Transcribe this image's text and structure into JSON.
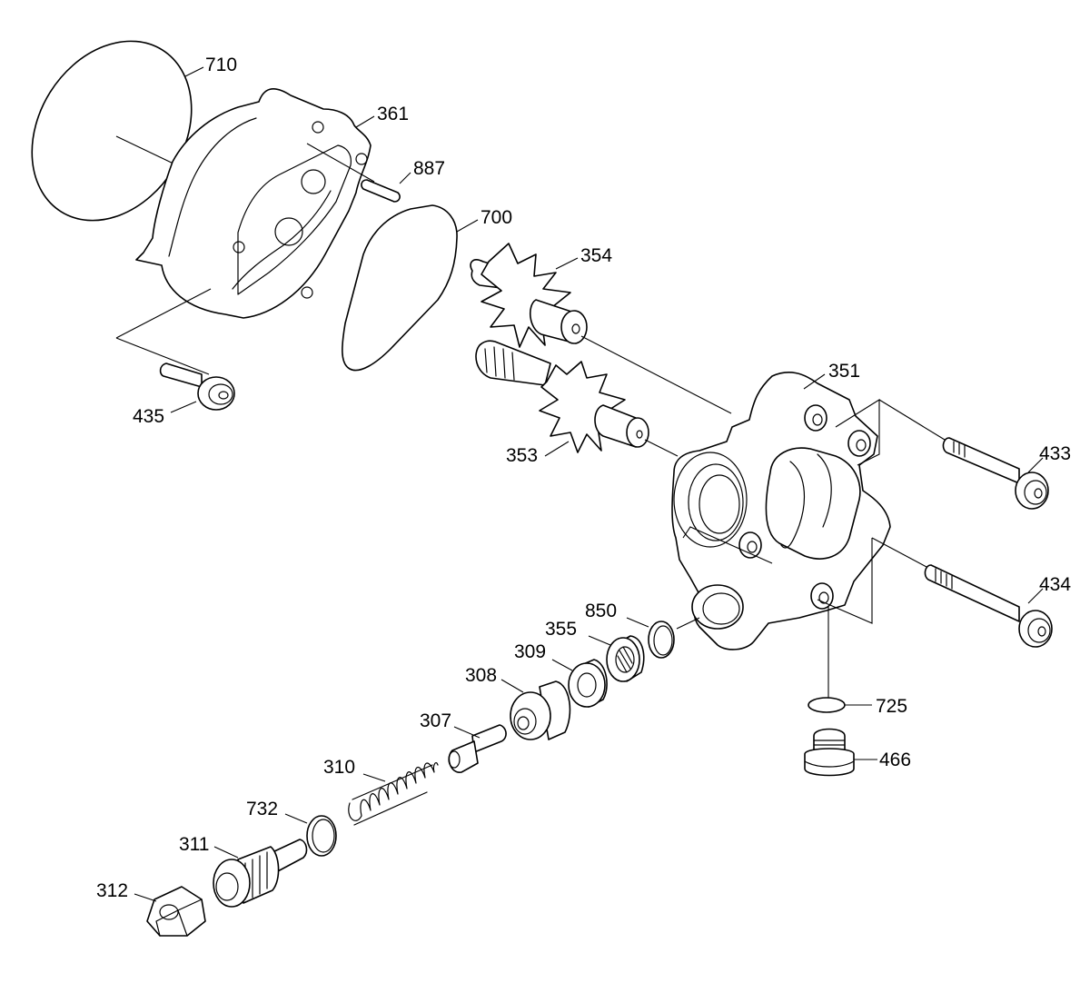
{
  "diagram": {
    "labels": {
      "p710": "710",
      "p361": "361",
      "p887": "887",
      "p700": "700",
      "p354": "354",
      "p435": "435",
      "p351": "351",
      "p353": "353",
      "p433": "433",
      "p434": "434",
      "p850": "850",
      "p355": "355",
      "p309": "309",
      "p308": "308",
      "p725": "725",
      "p307": "307",
      "p466": "466",
      "p310": "310",
      "p732": "732",
      "p311": "311",
      "p312": "312"
    }
  }
}
